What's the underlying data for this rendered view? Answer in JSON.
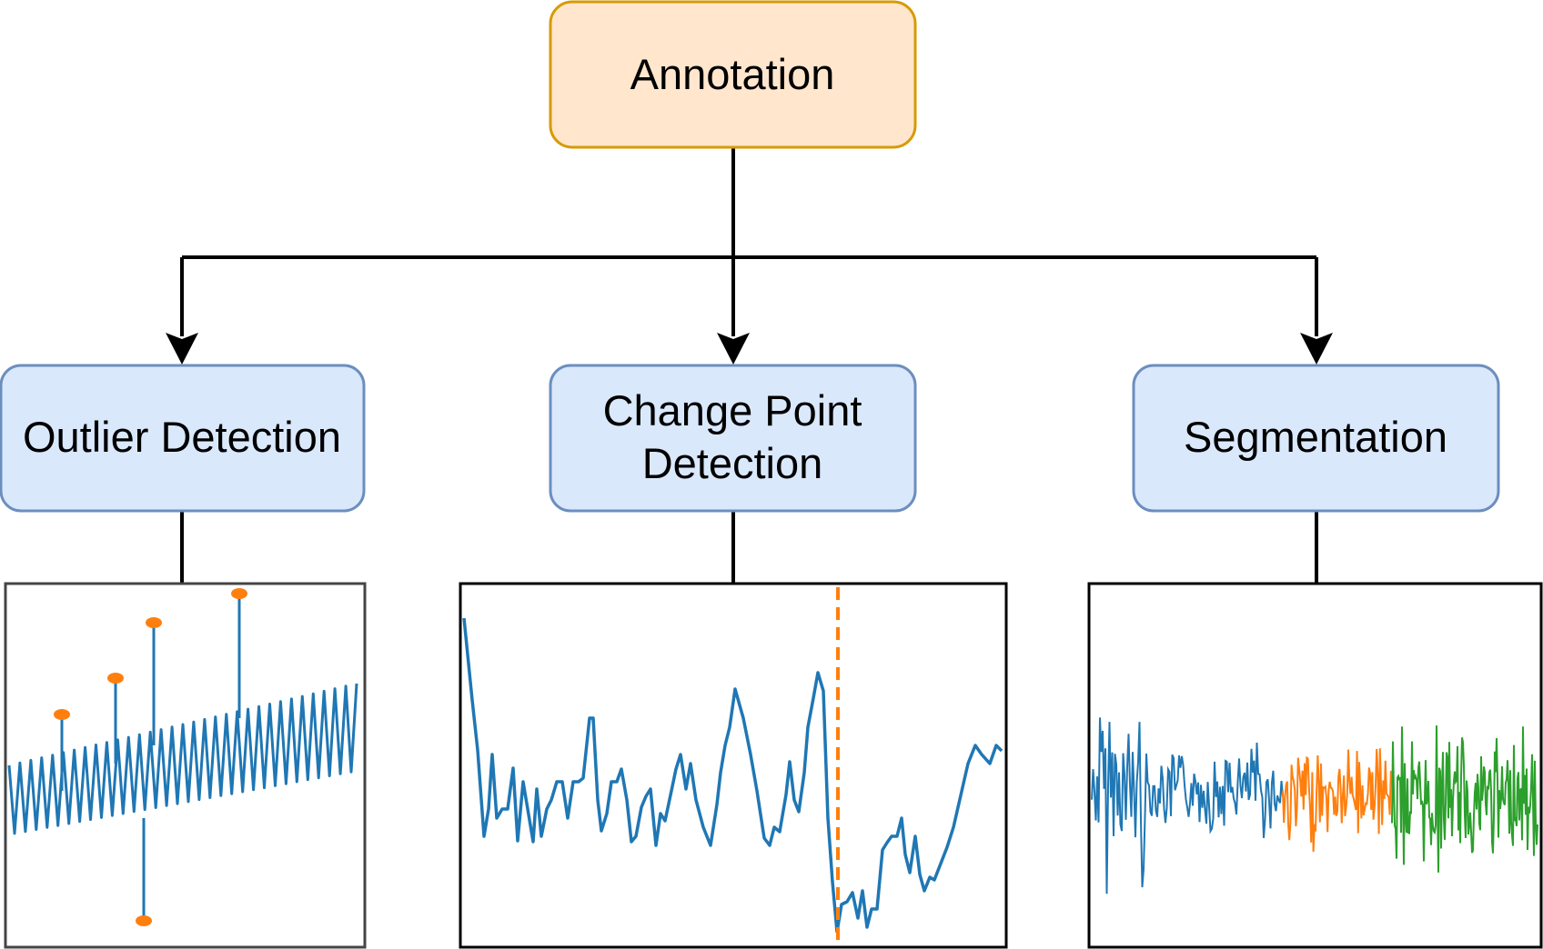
{
  "root": {
    "label": "Annotation",
    "fill": "#ffe6cc",
    "stroke": "#d79b00"
  },
  "children": [
    {
      "label_lines": [
        "Outlier Detection"
      ],
      "fill": "#dae8fc",
      "stroke": "#6c8ebf",
      "thumbnail": "outlier-detection-plot"
    },
    {
      "label_lines": [
        "Change Point",
        "Detection"
      ],
      "fill": "#dae8fc",
      "stroke": "#6c8ebf",
      "thumbnail": "change-point-plot"
    },
    {
      "label_lines": [
        "Segmentation"
      ],
      "fill": "#dae8fc",
      "stroke": "#6c8ebf",
      "thumbnail": "segmentation-plot"
    }
  ],
  "colors": {
    "series_blue": "#1f77b4",
    "marker_orange": "#ff7f0e",
    "segment_orange": "#ff7f0e",
    "segment_green": "#2ca02c",
    "connector": "#000000"
  }
}
